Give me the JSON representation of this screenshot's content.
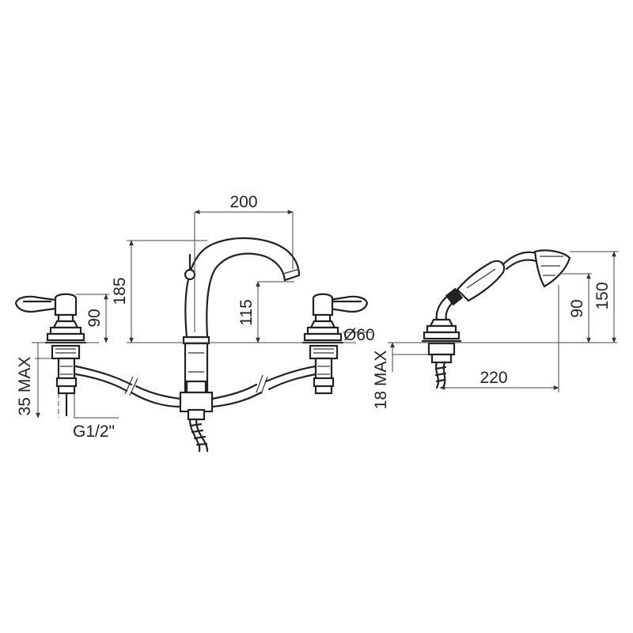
{
  "dimensions": {
    "spout_reach": "200",
    "mixer_height": "185",
    "spout_outlet_height": "115",
    "handle_height": "90",
    "handle_rosette_diameter": "Ø60",
    "mixer_max_deck": "35 MAX",
    "mixer_connection": "G1/2\"",
    "handshower_height": "150",
    "handshower_holder_height": "90",
    "handshower_reach": "220",
    "handshower_max_deck": "18 MAX"
  }
}
